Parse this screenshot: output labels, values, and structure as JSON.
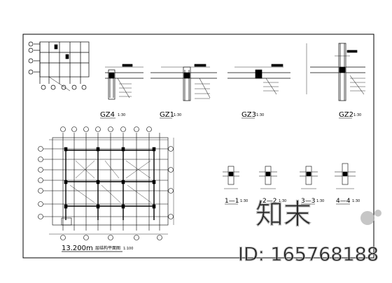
{
  "drawing": {
    "details": [
      {
        "label": "GZ4",
        "scale": "1:30"
      },
      {
        "label": "GZ1",
        "scale": "1:30"
      },
      {
        "label": "GZ3",
        "scale": "1:30"
      },
      {
        "label": "GZ2",
        "scale": "1:30"
      }
    ],
    "plan": {
      "title": "13.200m",
      "subtitle": "层结构平面图",
      "scale": "1:100"
    },
    "sections": [
      {
        "label": "1—1",
        "scale": "1:30"
      },
      {
        "label": "2—2",
        "scale": "1:30"
      },
      {
        "label": "3—3",
        "scale": "1:30"
      },
      {
        "label": "4—4",
        "scale": "1:30"
      }
    ]
  },
  "watermark": {
    "logo_text": "知末",
    "id_text": "ID: 165768188"
  }
}
